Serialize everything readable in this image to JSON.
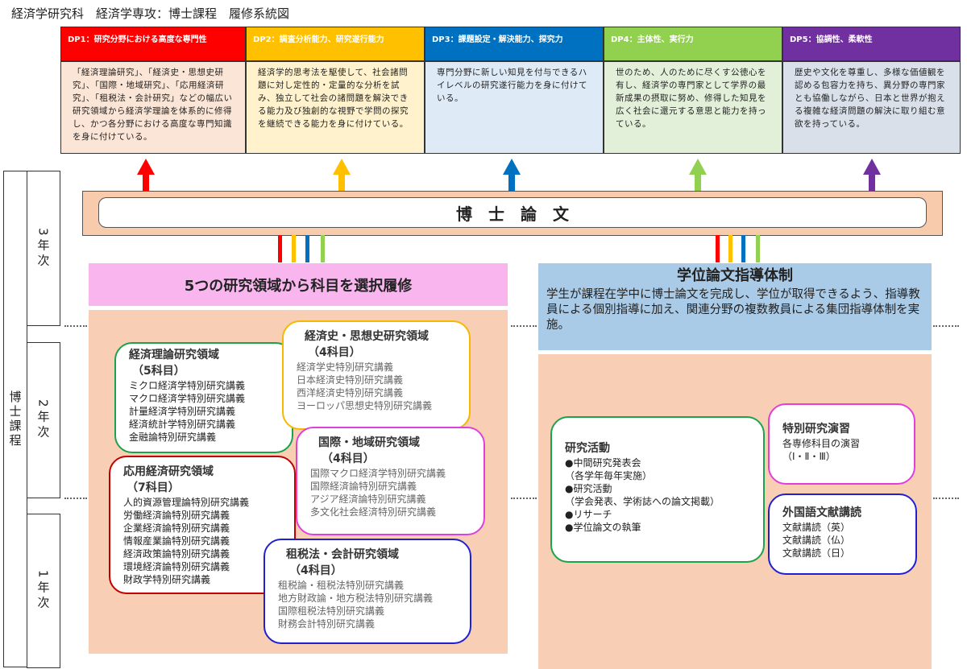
{
  "title": "経済学研究科　経済学専攻：博士課程　履修系統図",
  "dp": [
    {
      "label": "DP1：研究分野における高度な専門性",
      "text": "「経済理論研究」、「経済史・思想史研究」、「国際・地域研究」、「応用経済研究」、「租税法・会計研究」などの幅広い研究領域から経済学理論を体系的に修得し、かつ各分野における高度な専門知識を身に付けている。",
      "color": "#ff0000",
      "bg": "#fbe5d6"
    },
    {
      "label": "DP2：調査分析能力、研究遂行能力",
      "text": "経済学的思考法を駆使して、社会諸問題に対し定性的・定量的な分析を試み、独立して社会の諸問題を解決できる能力及び独創的な視野で学問の探究を継続できる能力を身に付けている。",
      "color": "#ffc000",
      "bg": "#fff2cc"
    },
    {
      "label": "DP3：課題設定・解決能力、探究力",
      "text": "専門分野に新しい知見を付与できるハイレベルの研究遂行能力を身に付けている。",
      "color": "#0070c0",
      "bg": "#deebf7"
    },
    {
      "label": "DP4：主体性、実行力",
      "text": "世のため、人のために尽くす公徳心を有し、経済学の専門家として学界の最新成果の摂取に努め、修得した知見を広く社会に還元する意思と能力を持っている。",
      "color": "#92d050",
      "bg": "#e2f0d9"
    },
    {
      "label": "DP5：協調性、柔軟性",
      "text": "歴史や文化を尊重し、多様な価値観を認める包容力を持ち、異分野の専門家とも協働しながら、日本と世界が抱える複雑な経済問題の解決に取り組む意欲を持っている。",
      "color": "#7030a0",
      "bg": "#dae0ea"
    }
  ],
  "thesis": "博　士　論　文",
  "program": "博士課程",
  "years": [
    "3年次",
    "2年次",
    "1年次"
  ],
  "left": {
    "header": "5つの研究領域から科目を選択履修",
    "areas": [
      {
        "name": "経済理論研究領域",
        "count": "（5科目）",
        "courses": [
          "ミクロ経済学特別研究講義",
          "マクロ経済学特別研究講義",
          "計量経済学特別研究講義",
          "経済統計学特別研究講義",
          "金融論特別研究講義"
        ],
        "color": "#1aa34a"
      },
      {
        "name": "経済史・思想史研究領域",
        "count": "（4科目）",
        "courses": [
          "経済学史特別研究講義",
          "日本経済史特別研究講義",
          "西洋経済史特別研究講義",
          "ヨーロッパ思想史特別研究講義"
        ],
        "color": "#f5b800"
      },
      {
        "name": "応用経済研究領域",
        "count": "（7科目）",
        "courses": [
          "人的資源管理論特別研究講義",
          "労働経済論特別研究講義",
          "企業経済論特別研究講義",
          "情報産業論特別研究講義",
          "経済政策論特別研究講義",
          "環境経済論特別研究講義",
          "財政学特別研究講義"
        ],
        "color": "#c00000"
      },
      {
        "name": "国際・地域研究領域",
        "count": "（4科目）",
        "courses": [
          "国際マクロ経済学特別研究講義",
          "国際経済論特別研究講義",
          "アジア経済論特別研究講義",
          "多文化社会経済特別研究講義"
        ],
        "color": "#e040d8"
      },
      {
        "name": "租税法・会計研究領域",
        "count": "（4科目）",
        "courses": [
          "租税論・租税法特別研究講義",
          "地方財政論・地方税法特別研究講義",
          "国際租税法特別研究講義",
          "財務会計特別研究講義"
        ],
        "color": "#2020d0"
      }
    ]
  },
  "right": {
    "header": "学位論文指導体制",
    "desc": "学生が課程在学中に博士論文を完成し、学位が取得できるよう、指導教員による個別指導に加え、関連分野の複数教員による集団指導体制を実施。",
    "research": {
      "title": "研究活動",
      "items": [
        "●中間研究発表会",
        "（各学年毎年実施）",
        "●研究活動",
        "（学会発表、学術誌への論文掲載）",
        "●リサーチ",
        "●学位論文の執筆"
      ]
    },
    "seminar": {
      "title": "特別研究演習",
      "items": [
        "各専修科目の演習",
        "（Ⅰ・Ⅱ・Ⅲ）"
      ]
    },
    "foreign": {
      "title": "外国語文献講読",
      "items": [
        "文献講読（英）",
        "文献講読（仏）",
        "文献講読（日）"
      ]
    }
  }
}
